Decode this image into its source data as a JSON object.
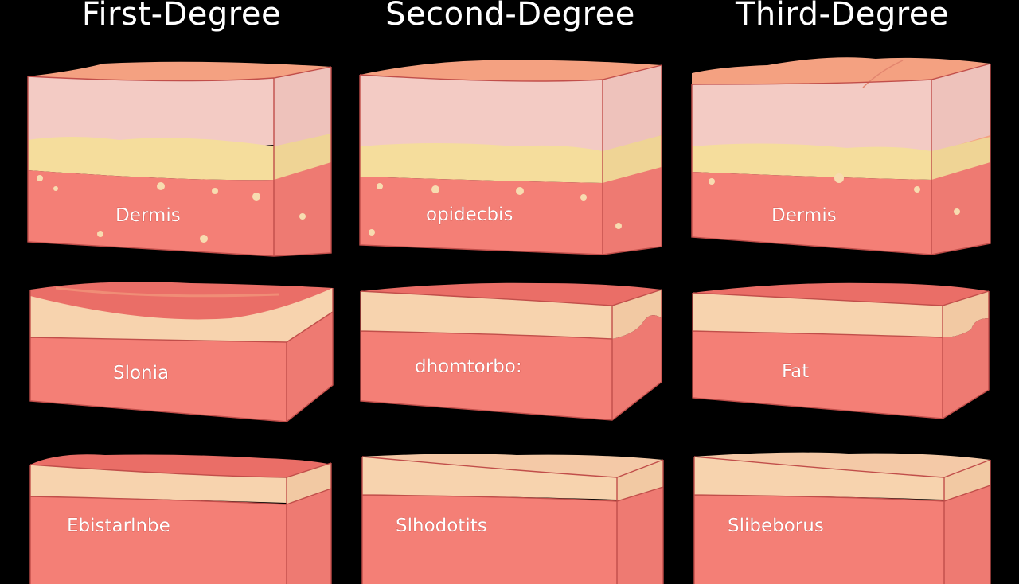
{
  "columns": [
    {
      "title": "First-Degree"
    },
    {
      "title": "Second-Degree"
    },
    {
      "title": "Third-Degree"
    }
  ],
  "rows": [
    {
      "labels": [
        "Dermis",
        "opidecbis",
        "Dermis"
      ]
    },
    {
      "labels": [
        "Slonia",
        "dhomtorbo:",
        "Fat"
      ]
    },
    {
      "labels": [
        "Ebistarlnbe",
        "Slhodotits",
        "Slibeborus"
      ]
    }
  ],
  "colors": {
    "background": "#000000",
    "top_surface": "#f4a181",
    "epidermis": "#f3cbc4",
    "yellow_layer": "#f5dd9c",
    "dermis": "#f47f76",
    "dermis_side": "#ee7a72",
    "cream_layer": "#f7d3ae",
    "red_surface": "#ea6e67",
    "outline": "#c14e4a"
  }
}
